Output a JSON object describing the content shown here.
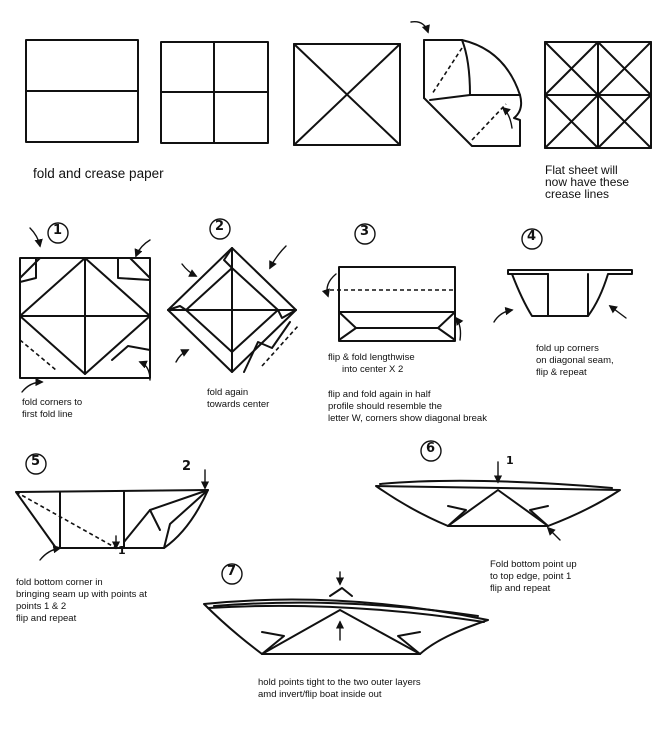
{
  "top_row": {
    "caption_left": "fold and crease paper",
    "caption_right": [
      "Flat sheet will",
      "now have these",
      "crease lines"
    ]
  },
  "steps": [
    {
      "number": "1",
      "caption": [
        "fold corners to",
        "first fold line"
      ]
    },
    {
      "number": "2",
      "caption": [
        "fold again",
        "towards center"
      ]
    },
    {
      "number": "3",
      "caption": [
        "flip & fold lengthwise",
        "into center X 2"
      ],
      "caption_extra": [
        "flip and fold again in half",
        "profile should resemble the",
        "letter W, corners show diagonal break"
      ]
    },
    {
      "number": "4",
      "caption": [
        "fold up corners",
        "on diagonal seam,",
        "flip & repeat"
      ]
    },
    {
      "number": "5",
      "caption": [
        "fold bottom corner in",
        "bringing seam up with points at",
        "points 1 & 2",
        "flip and repeat"
      ],
      "point_labels": [
        "1",
        "2"
      ]
    },
    {
      "number": "6",
      "caption": [
        "Fold bottom point up",
        "to top edge, point 1",
        "flip and repeat"
      ],
      "point_labels": [
        "1"
      ]
    },
    {
      "number": "7",
      "caption": [
        "hold points tight to the two outer layers",
        "amd invert/flip boat inside out"
      ]
    }
  ]
}
